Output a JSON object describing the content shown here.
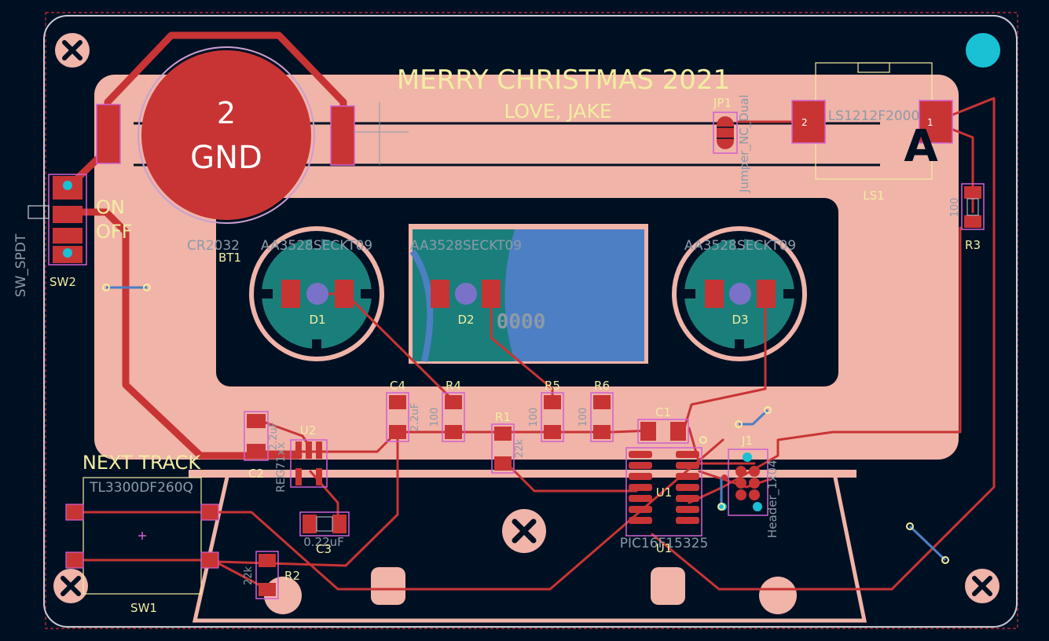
{
  "silkscreen": {
    "greeting": "MERRY CHRISTMAS 2021",
    "signature": "LOVE, JAKE",
    "on_label": "ON",
    "off_label": "OFF",
    "next_track": "NEXT TRACK",
    "cassette_letter": "A"
  },
  "battery": {
    "pad_number": "2",
    "pad_net": "GND",
    "part": "CR2032",
    "ref": "BT1"
  },
  "switch_power": {
    "value": "SW_SPDT",
    "ref": "SW2"
  },
  "switch_button": {
    "value": "TL3300DF260Q",
    "ref": "SW1"
  },
  "leds": [
    {
      "value": "AA3528SECKT09",
      "ref": "D1"
    },
    {
      "value": "AA3528SECKT09",
      "ref": "D2"
    },
    {
      "value": "AA3528SECKT09",
      "ref": "D3"
    }
  ],
  "cassette_window_text": "0000",
  "speaker": {
    "value": "LS1212F2000",
    "ref": "LS1"
  },
  "jumper": {
    "ref": "JP1",
    "value": "Jumper_NC_Dual"
  },
  "r3": {
    "ref": "R3",
    "value": "100"
  },
  "caps": {
    "c4": {
      "ref": "C4",
      "value": "2.2uF"
    },
    "c2": {
      "ref": "C2",
      "value": "2.2uF"
    },
    "c3": {
      "ref": "C3",
      "value": "0.22uF"
    },
    "c1": {
      "ref": "C1"
    }
  },
  "resistors": {
    "r4": {
      "ref": "R4",
      "value": "100"
    },
    "r5": {
      "ref": "R5",
      "value": "100"
    },
    "r6": {
      "ref": "R6",
      "value": "100"
    },
    "r1": {
      "ref": "R1",
      "value": "22k"
    },
    "r2": {
      "ref": "R2",
      "value": "22k"
    }
  },
  "regulator": {
    "ref": "U2",
    "value": "REG71xx"
  },
  "mcu": {
    "ref": "U1",
    "value": "PIC16F15325"
  },
  "header": {
    "ref": "J1",
    "value": "Header_1x04"
  },
  "colors": {
    "board_bg": "#001023",
    "silk_pink": "#f0b4a8",
    "copper_red": "#c83434",
    "pad_teal": "#1a7f7b",
    "silk_yellow": "#f2eda1",
    "window_blue": "#4d7fc4",
    "via_cyan": "#1ac0d4",
    "fab_grey": "#8c9aa8"
  }
}
